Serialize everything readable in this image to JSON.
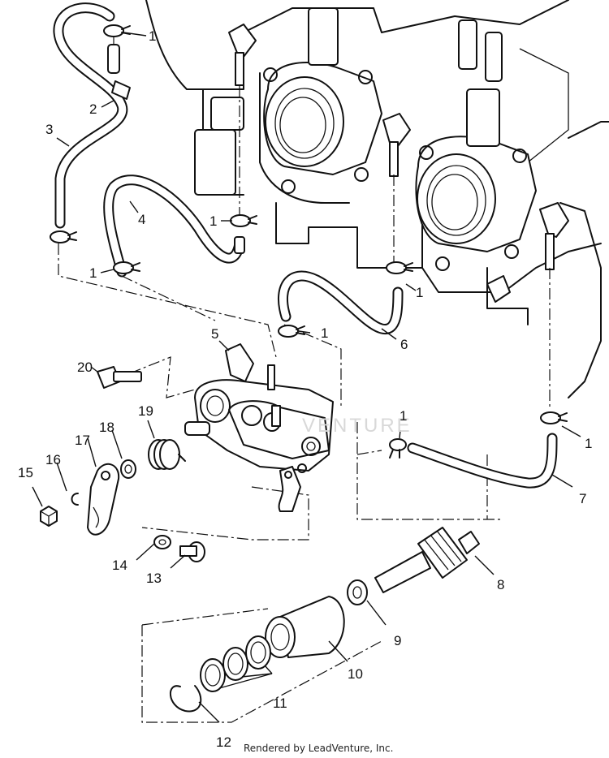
{
  "callouts": {
    "c1": "1",
    "c2": "2",
    "c3": "3",
    "c4": "4",
    "c5": "5",
    "c6": "6",
    "c7": "7",
    "c8": "8",
    "c9": "9",
    "c10": "10",
    "c11": "11",
    "c12": "12",
    "c13": "13",
    "c14": "14",
    "c15": "15",
    "c16": "16",
    "c17": "17",
    "c18": "18",
    "c19": "19",
    "c20": "20"
  },
  "watermark": "VENTURE",
  "footer": "Rendered by LeadVenture, Inc."
}
